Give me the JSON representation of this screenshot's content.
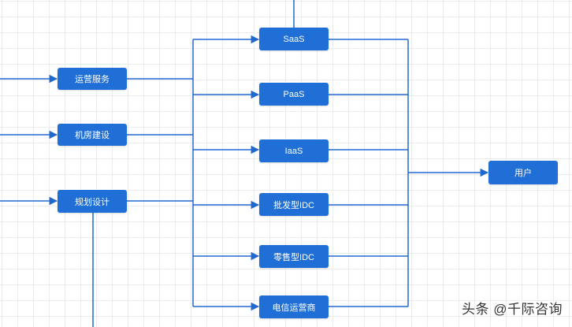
{
  "colors": {
    "node_fill": "#1f6fd6",
    "edge": "#2068d0",
    "grid": "#ececec",
    "background": "#ffffff"
  },
  "nodes": {
    "yunying": "运营服务",
    "jifang": "机房建设",
    "guihua": "规划设计",
    "saas": "SaaS",
    "paas": "PaaS",
    "iaas": "IaaS",
    "pifa_idc": "批发型IDC",
    "lingshou_idc": "零售型IDC",
    "dianxin": "电信运营商",
    "user": "用户"
  },
  "watermark": {
    "text": "头条 @千际咨询"
  }
}
